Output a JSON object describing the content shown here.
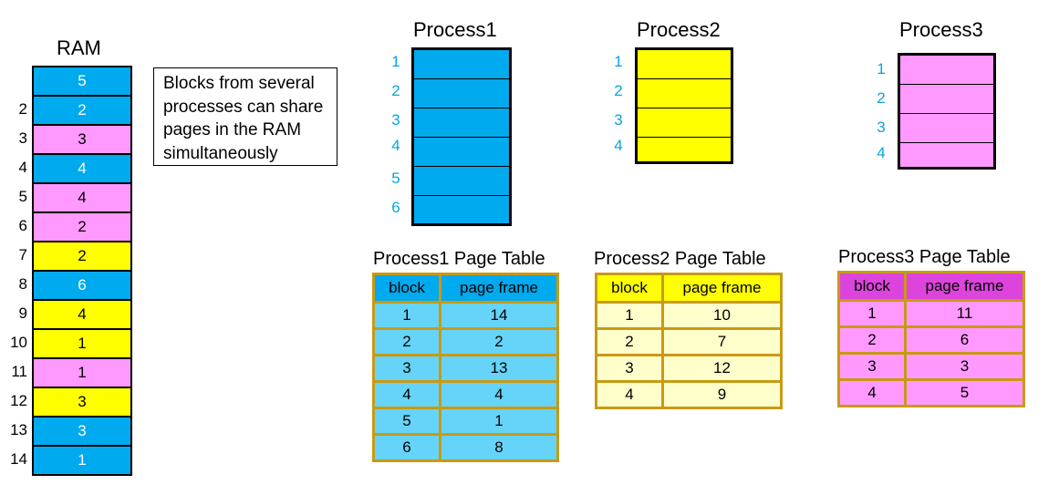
{
  "colors": {
    "blue": "#00aaee",
    "yellow": "#ffff00",
    "pink": "#ff99ff",
    "light_blue_row": "#66d4f8",
    "light_yellow_row": "#ffffcc",
    "magenta_header": "#dd44dd",
    "table_border": "#c89a14",
    "index_blue": "#0aa4dd"
  },
  "ram": {
    "title": "RAM",
    "cells": [
      {
        "index": "",
        "label": "5",
        "color": "blue"
      },
      {
        "index": "2",
        "label": "2",
        "color": "blue"
      },
      {
        "index": "3",
        "label": "3",
        "color": "pink"
      },
      {
        "index": "4",
        "label": "4",
        "color": "blue"
      },
      {
        "index": "5",
        "label": "4",
        "color": "pink"
      },
      {
        "index": "6",
        "label": "2",
        "color": "pink"
      },
      {
        "index": "7",
        "label": "2",
        "color": "yellow"
      },
      {
        "index": "8",
        "label": "6",
        "color": "blue"
      },
      {
        "index": "9",
        "label": "4",
        "color": "yellow"
      },
      {
        "index": "10",
        "label": "1",
        "color": "yellow"
      },
      {
        "index": "11",
        "label": "1",
        "color": "pink"
      },
      {
        "index": "12",
        "label": "3",
        "color": "yellow"
      },
      {
        "index": "13",
        "label": "3",
        "color": "blue"
      },
      {
        "index": "14",
        "label": "1",
        "color": "blue"
      }
    ]
  },
  "note": {
    "text": "Blocks from several processes can share pages in the RAM simultaneously"
  },
  "processes": [
    {
      "name": "Process1",
      "color": "blue",
      "blocks": [
        "1",
        "2",
        "3",
        "4",
        "5",
        "6"
      ]
    },
    {
      "name": "Process2",
      "color": "yellow",
      "blocks": [
        "1",
        "2",
        "3",
        "4"
      ]
    },
    {
      "name": "Process3",
      "color": "pink",
      "blocks": [
        "1",
        "2",
        "3",
        "4"
      ]
    }
  ],
  "page_tables": [
    {
      "title": "Process1 Page Table",
      "headers": [
        "block",
        "page frame"
      ],
      "rows": [
        [
          "1",
          "14"
        ],
        [
          "2",
          "2"
        ],
        [
          "3",
          "13"
        ],
        [
          "4",
          "4"
        ],
        [
          "5",
          "1"
        ],
        [
          "6",
          "8"
        ]
      ]
    },
    {
      "title": "Process2 Page Table",
      "headers": [
        "block",
        "page frame"
      ],
      "rows": [
        [
          "1",
          "10"
        ],
        [
          "2",
          "7"
        ],
        [
          "3",
          "12"
        ],
        [
          "4",
          "9"
        ]
      ]
    },
    {
      "title": "Process3 Page Table",
      "headers": [
        "block",
        "page frame"
      ],
      "rows": [
        [
          "1",
          "11"
        ],
        [
          "2",
          "6"
        ],
        [
          "3",
          "3"
        ],
        [
          "4",
          "5"
        ]
      ]
    }
  ]
}
